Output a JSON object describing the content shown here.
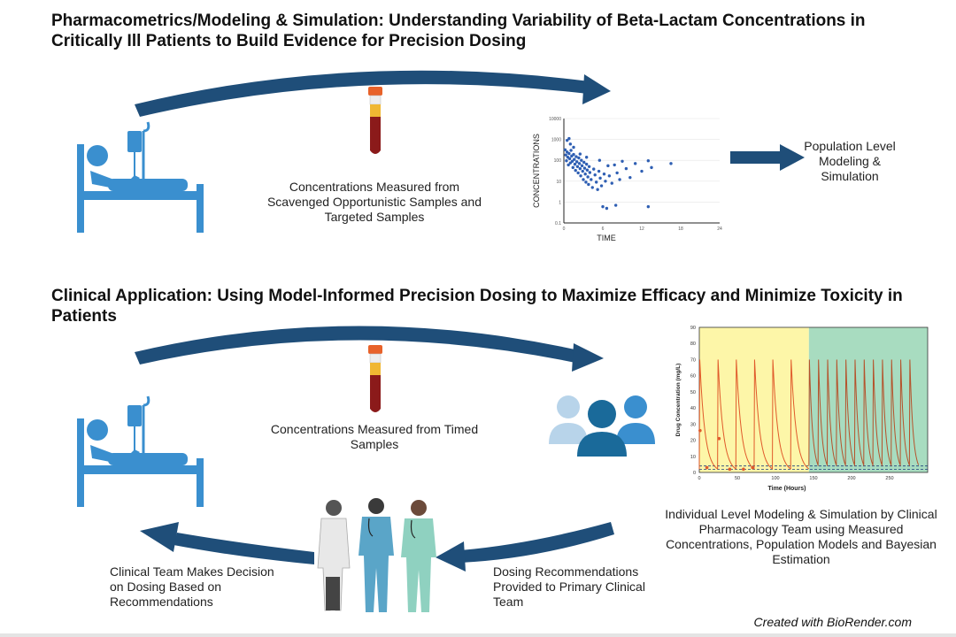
{
  "titles": {
    "top": "Pharmacometrics/Modeling & Simulation: Understanding Variability of Beta-Lactam Concentrations in Critically Ill Patients to Build Evidence for Precision Dosing",
    "bottom": "Clinical Application: Using Model-Informed Precision Dosing to Maximize Efficacy and Minimize Toxicity in Patients"
  },
  "captions": {
    "scavenged": "Concentrations Measured from Scavenged Opportunistic Samples and Targeted Samples",
    "timed": "Concentrations Measured from Timed Samples",
    "population": "Population Level Modeling & Simulation",
    "individual": "Individual Level Modeling & Simulation by Clinical Pharmacology Team using Measured Concentrations, Population Models and  Bayesian Estimation",
    "clinical_team": "Clinical Team Makes Decision on Dosing Based on Recommendations",
    "dosing_recs": "Dosing Recommendations Provided to Primary Clinical Team"
  },
  "credit": "Created with BioRender.com",
  "colors": {
    "arrow": "#1f4e79",
    "patient_blue": "#3a8fcf",
    "scatter_point": "#2f5fb3",
    "zone1": "#fdf6a8",
    "zone2": "#a8dcc0",
    "conc_line": "#e05a2b",
    "tube_cap": "#e8622a",
    "tube_blood": "#8b1a1a",
    "tube_serum": "#f0b732"
  },
  "icons": [
    "patient-bed-icon",
    "blood-tube-icon",
    "people-group-icon",
    "clinicians-icon"
  ],
  "chart_data": [
    {
      "type": "scatter",
      "xlabel": "TIME",
      "ylabel": "CONCENTRATIONS",
      "y_scale": "log",
      "xticks": [
        "0",
        "6",
        "12",
        "18",
        "24"
      ],
      "yticks": [
        "0.1",
        "1",
        "10",
        "100",
        "1000",
        "10000"
      ],
      "xlim": [
        0,
        24
      ],
      "ylim": [
        0.1,
        10000
      ],
      "points": [
        [
          0.2,
          320
        ],
        [
          0.3,
          180
        ],
        [
          0.4,
          95
        ],
        [
          0.5,
          250
        ],
        [
          0.6,
          140
        ],
        [
          0.7,
          60
        ],
        [
          0.8,
          210
        ],
        [
          0.9,
          120
        ],
        [
          1.0,
          75
        ],
        [
          1.1,
          300
        ],
        [
          1.2,
          160
        ],
        [
          1.3,
          90
        ],
        [
          1.4,
          45
        ],
        [
          1.5,
          190
        ],
        [
          1.6,
          110
        ],
        [
          1.7,
          65
        ],
        [
          1.8,
          33
        ],
        [
          1.9,
          150
        ],
        [
          2.0,
          85
        ],
        [
          2.1,
          50
        ],
        [
          2.2,
          25
        ],
        [
          2.3,
          130
        ],
        [
          2.4,
          70
        ],
        [
          2.5,
          40
        ],
        [
          2.6,
          18
        ],
        [
          2.7,
          100
        ],
        [
          2.8,
          55
        ],
        [
          2.9,
          30
        ],
        [
          3.0,
          12
        ],
        [
          3.1,
          80
        ],
        [
          3.2,
          42
        ],
        [
          3.3,
          22
        ],
        [
          3.4,
          9
        ],
        [
          3.5,
          65
        ],
        [
          3.6,
          34
        ],
        [
          3.7,
          16
        ],
        [
          3.8,
          7
        ],
        [
          3.9,
          50
        ],
        [
          4.0,
          26
        ],
        [
          4.2,
          12
        ],
        [
          4.4,
          5
        ],
        [
          4.6,
          38
        ],
        [
          4.8,
          20
        ],
        [
          5.0,
          9
        ],
        [
          5.2,
          4
        ],
        [
          5.4,
          30
        ],
        [
          5.6,
          14
        ],
        [
          5.8,
          6
        ],
        [
          6.0,
          0.6
        ],
        [
          6.2,
          22
        ],
        [
          6.4,
          10
        ],
        [
          6.6,
          0.5
        ],
        [
          7.0,
          18
        ],
        [
          7.4,
          8
        ],
        [
          7.8,
          60
        ],
        [
          8.2,
          25
        ],
        [
          8.6,
          12
        ],
        [
          9.0,
          90
        ],
        [
          9.6,
          40
        ],
        [
          10.2,
          15
        ],
        [
          11.0,
          70
        ],
        [
          12.0,
          30
        ],
        [
          13.0,
          95
        ],
        [
          13.5,
          45
        ],
        [
          16.5,
          70
        ],
        [
          0.5,
          900
        ],
        [
          1.0,
          600
        ],
        [
          1.5,
          420
        ],
        [
          0.8,
          1100
        ],
        [
          2.5,
          200
        ],
        [
          3.5,
          140
        ],
        [
          5.5,
          100
        ],
        [
          6.8,
          55
        ],
        [
          8.0,
          0.7
        ],
        [
          13.0,
          0.6
        ]
      ]
    },
    {
      "type": "line",
      "xlabel": "Time (Hours)",
      "ylabel": "Drug Concentration (mg/L)",
      "xticks": [
        "0",
        "50",
        "100",
        "150",
        "200",
        "250"
      ],
      "yticks": [
        "0",
        "10",
        "20",
        "30",
        "40",
        "50",
        "60",
        "70",
        "80",
        "90"
      ],
      "xlim": [
        0,
        300
      ],
      "ylim": [
        0,
        90
      ],
      "zones": [
        [
          0,
          144
        ],
        [
          144,
          300
        ]
      ],
      "threshold_lines": [
        4,
        2
      ],
      "phase1": {
        "dose_times": [
          0,
          24,
          48,
          72,
          96,
          120
        ],
        "peak": 70,
        "trough": 2
      },
      "phase2": {
        "dose_times": [
          144,
          156,
          168,
          180,
          192,
          204,
          216,
          228,
          240,
          252,
          264,
          276
        ],
        "peak": 70,
        "trough": 4
      },
      "observed": [
        [
          1,
          26
        ],
        [
          10,
          3
        ],
        [
          26,
          21
        ],
        [
          40,
          2
        ],
        [
          58,
          2
        ],
        [
          70,
          3
        ]
      ]
    }
  ]
}
